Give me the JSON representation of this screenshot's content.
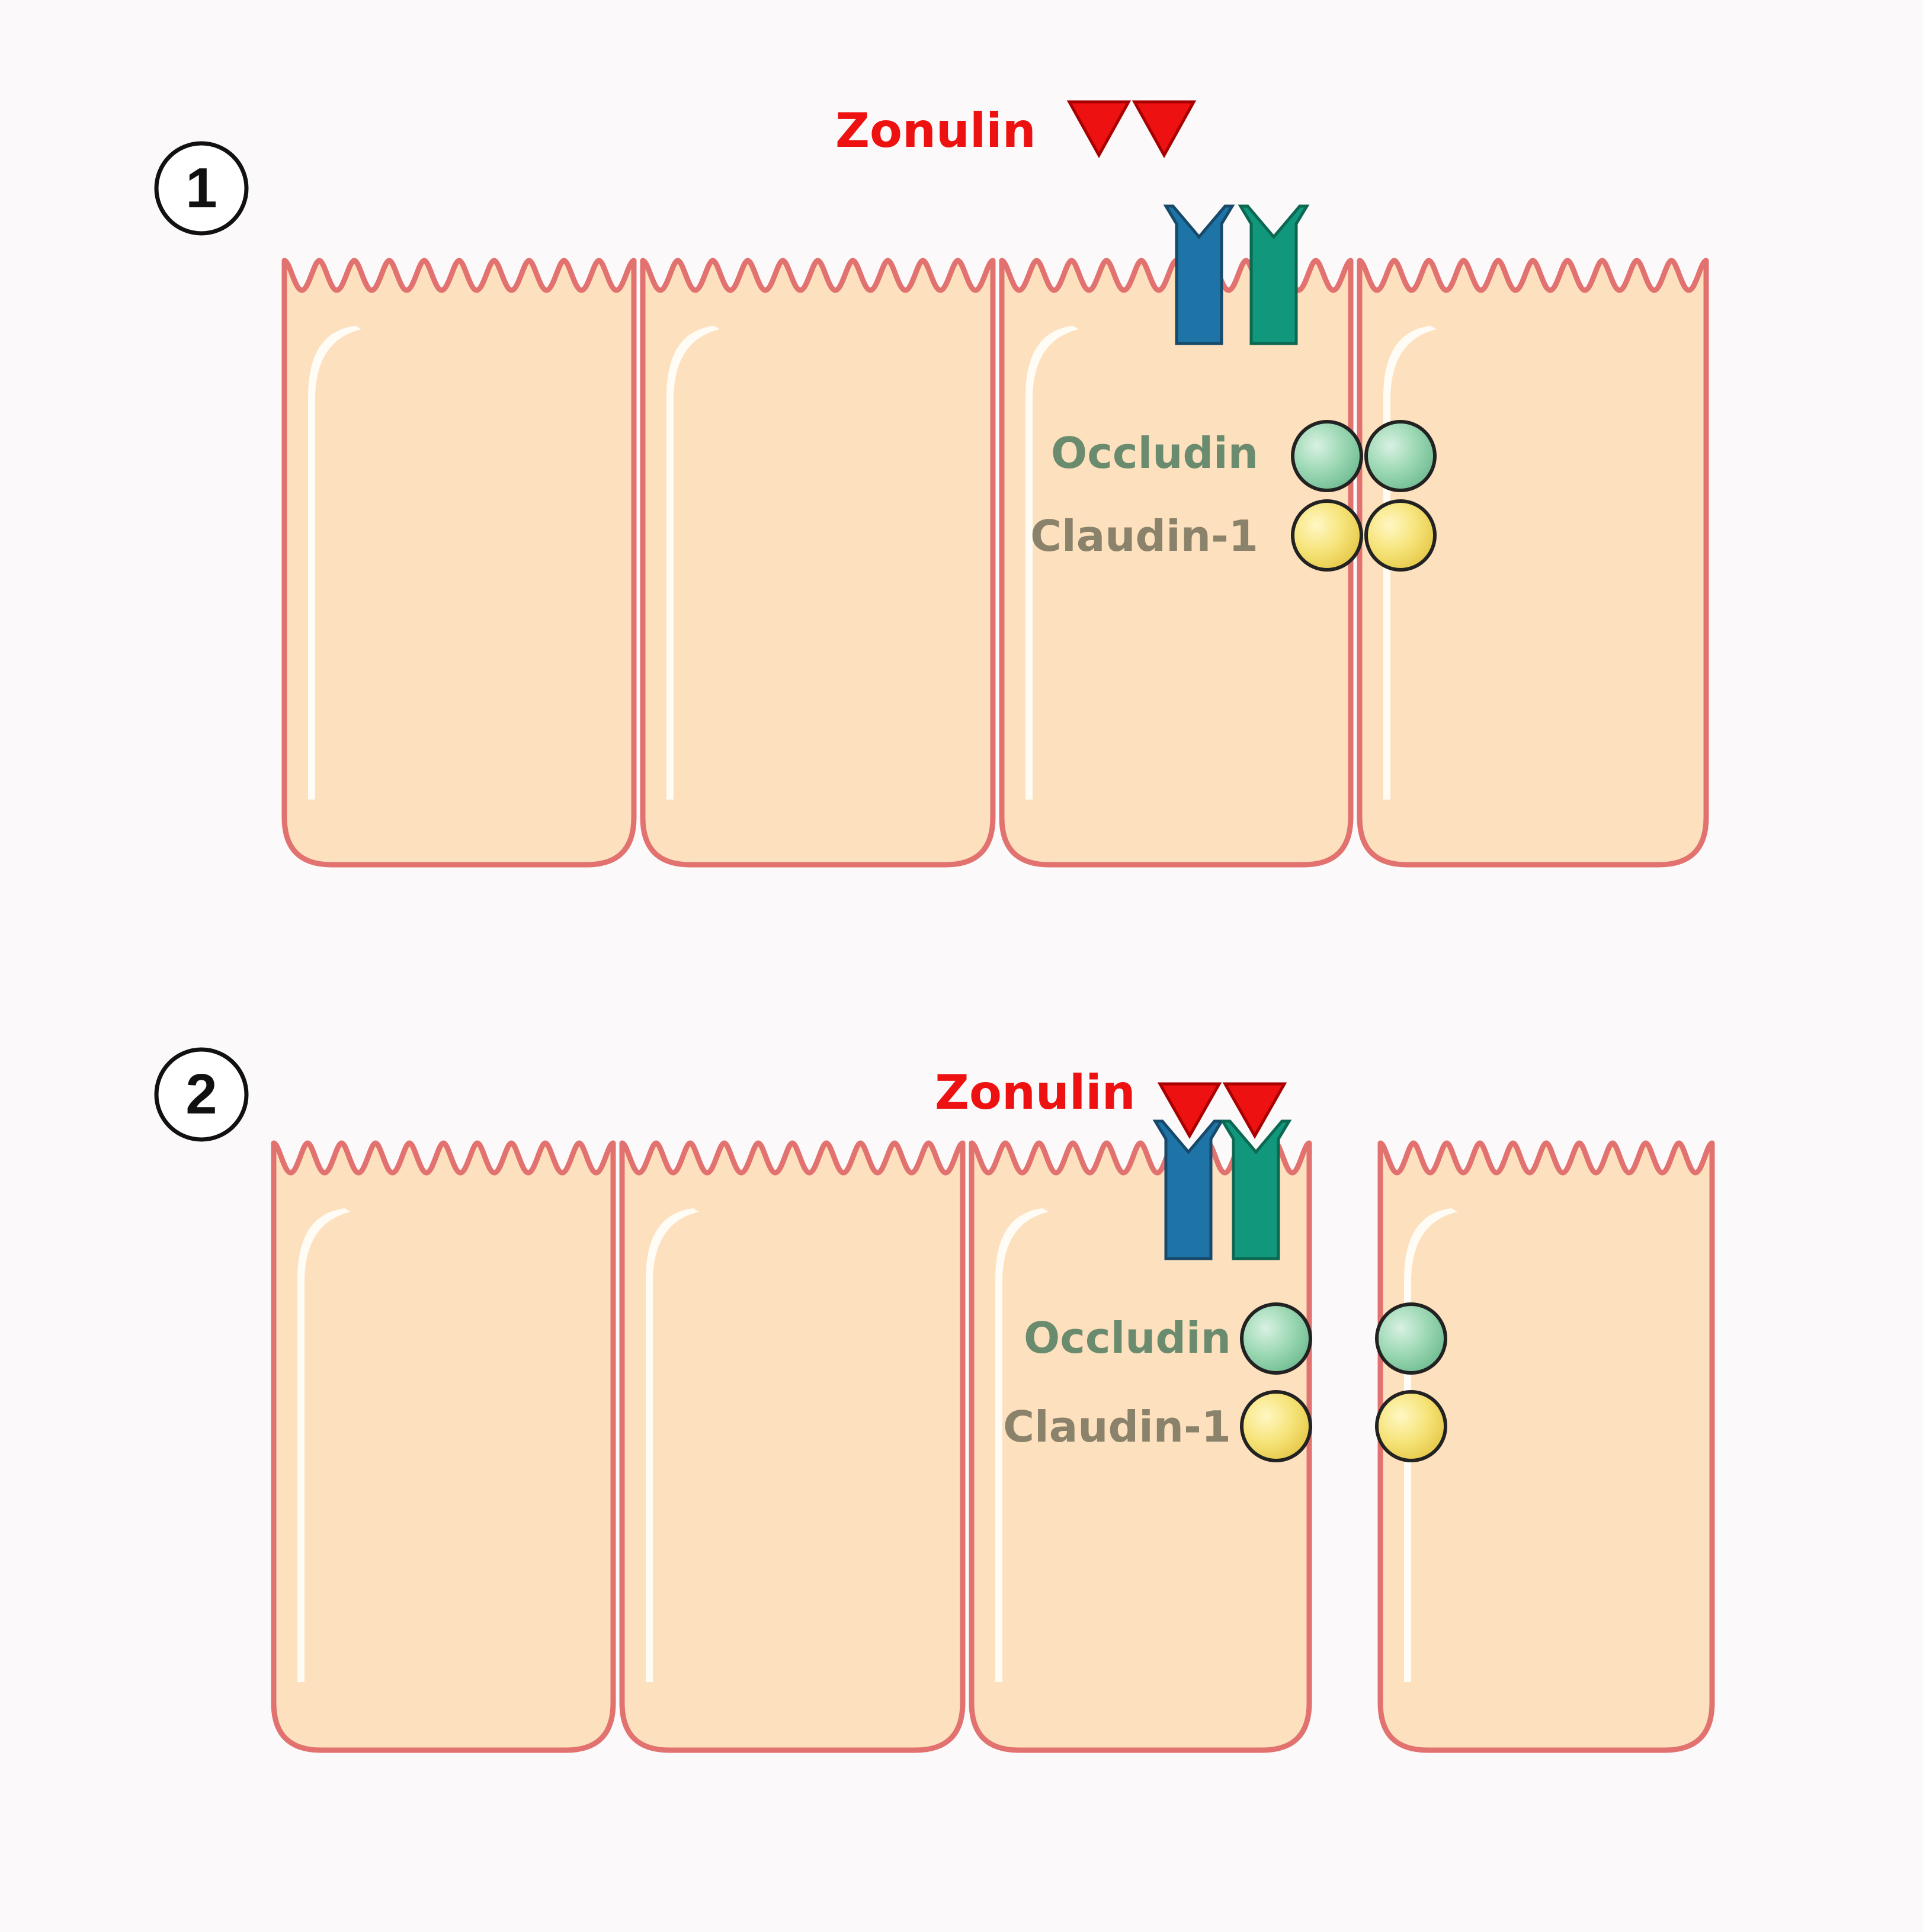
{
  "panels": [
    {
      "number": "1",
      "zonulin_label": "Zonulin",
      "occludin_label": "Occludin",
      "claudin_label": "Claudin-1",
      "state": "zonulin unbound, tight junction closed"
    },
    {
      "number": "2",
      "zonulin_label": "Zonulin",
      "occludin_label": "Occludin",
      "claudin_label": "Claudin-1",
      "state": "zonulin bound to receptor, tight junction open"
    }
  ],
  "colors": {
    "background": "#fcf9fb",
    "cell_fill": "#fde0bd",
    "cell_membrane": "#e2726f",
    "zonulin": "#ee1111",
    "receptor_blue": "#1e74a6",
    "receptor_green": "#10977c",
    "occludin": "#9cd8b4",
    "claudin": "#f6e47a",
    "occludin_text": "#6a8b6e",
    "claudin_text": "#8a826a"
  }
}
